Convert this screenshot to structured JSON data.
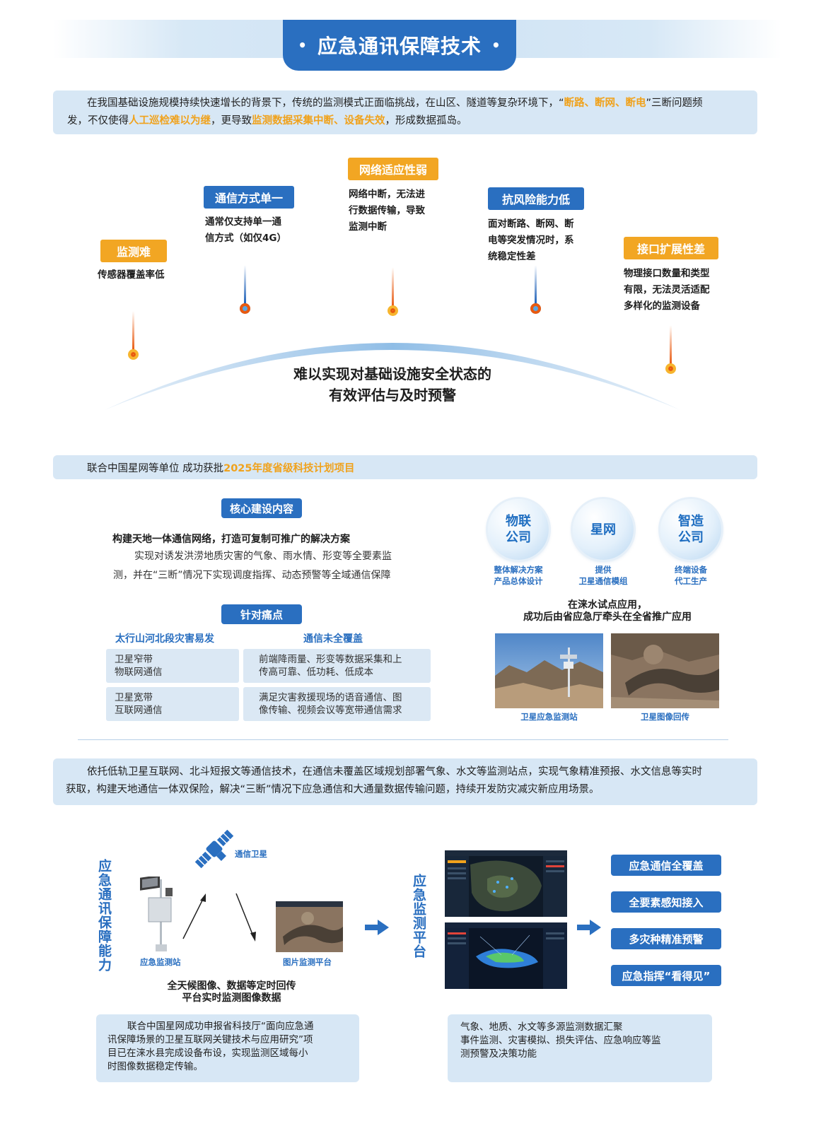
{
  "title": "应急通讯保障技术",
  "intro": {
    "p1_a": "在我国基础设施规模持续快速增长的背景下，传统的监测模式正面临挑战，在山区、隧道等复杂环境下，“",
    "p1_hl": "断路、断网、断电",
    "p1_b": "”三断问题频",
    "p2_a": "发，不仅使得",
    "p2_hl1": "人工巡检难以为继",
    "p2_b": "，更导致",
    "p2_hl2": "监测数据采集中断、设备失效",
    "p2_c": "，形成数据孤岛。"
  },
  "problems": [
    {
      "label": "监测难",
      "color": "orange",
      "desc": [
        "传感器覆盖率低"
      ]
    },
    {
      "label": "通信方式单一",
      "color": "blue",
      "desc": [
        "通常仅支持单一通",
        "信方式（如仅4G）"
      ]
    },
    {
      "label": "网络适应性弱",
      "color": "orange",
      "desc": [
        "网络中断，无法进",
        "行数据传输，导致",
        "监测中断"
      ]
    },
    {
      "label": "抗风险能力低",
      "color": "blue",
      "desc": [
        "面对断路、断网、断",
        "电等突发情况时，系",
        "统稳定性差"
      ]
    },
    {
      "label": "接口扩展性差",
      "color": "orange",
      "desc": [
        "物理接口数量和类型",
        "有限，无法灵活适配",
        "多样化的监测设备"
      ]
    }
  ],
  "arc_text": [
    "难以实现对基础设施安全状态的",
    "有效评估与及时预警"
  ],
  "project_bar": {
    "prefix": "联合中国星网等单位 成功获批",
    "highlight": "2025年度省级科技计划项目"
  },
  "core": {
    "title": "核心建设内容",
    "headline": "构建天地一体通信网络，打造可复制可推广的解决方案",
    "body": [
      "实现对诱发洪涝地质灾害的气象、雨水情、形变等全要素监",
      "测，并在“三断”情况下实现调度指挥、动态预警等全域通信保障"
    ]
  },
  "pain": {
    "title": "针对痛点",
    "col1": "太行山河北段灾害易发",
    "col2": "通信未全覆盖",
    "rows": [
      {
        "left": [
          "卫星窄带",
          "物联网通信"
        ],
        "right": [
          "前端降雨量、形变等数据采集和上",
          "传高可靠、低功耗、低成本"
        ]
      },
      {
        "left": [
          "卫星宽带",
          "互联网通信"
        ],
        "right": [
          "满足灾害救援现场的语音通信、图",
          "像传输、视频会议等宽带通信需求"
        ]
      }
    ]
  },
  "partners": [
    {
      "name": [
        "物联",
        "公司"
      ],
      "role": [
        "整体解决方案",
        "产品总体设计"
      ]
    },
    {
      "name": [
        "星网"
      ],
      "role": [
        "提供",
        "卫星通信模组"
      ]
    },
    {
      "name": [
        "智造",
        "公司"
      ],
      "role": [
        "终端设备",
        "代工生产"
      ]
    }
  ],
  "trial": [
    "在涞水试点应用，",
    "成功后由省应急厅牵头在全省推广应用"
  ],
  "photos": [
    "卫星应急监测站",
    "卫星图像回传"
  ],
  "support": [
    "依托低轨卫星互联网、北斗短报文等通信技术，在通信未覆盖区域规划部署气象、水文等监测站点，实现气象精准预报、水文信息等实时",
    "获取，构建天地通信一体双保险，解决“三断”情况下应急通信和大通量数据传输问题，持续开发防灾减灾新应用场景。"
  ],
  "capability": {
    "vertical_label": "应急通讯保障能力",
    "satellite": "通信卫星",
    "station": "应急监测站",
    "platform_img": "图片监测平台",
    "caption": [
      "全天候图像、数据等定时回传",
      "平台实时监测图像数据"
    ],
    "box": [
      "联合中国星网成功申报省科技厅“面向应急通",
      "讯保障场景的卫星互联网关键技术与应用研究”项",
      "目已在涞水县完成设备布设，实现监测区域每小",
      "时图像数据稳定传输。"
    ]
  },
  "platform": {
    "vertical_label": "应急监测平台",
    "box": [
      "气象、地质、水文等多源监测数据汇聚",
      "事件监测、灾害模拟、损失评估、应急响应等监",
      "测预警及决策功能"
    ]
  },
  "features": [
    "应急通信全覆盖",
    "全要素感知接入",
    "多灾种精准预警",
    "应急指挥“看得见”"
  ],
  "colors": {
    "primary_blue": "#2a6fc0",
    "accent_orange": "#f2a623",
    "panel_blue": "#d7e7f5"
  }
}
